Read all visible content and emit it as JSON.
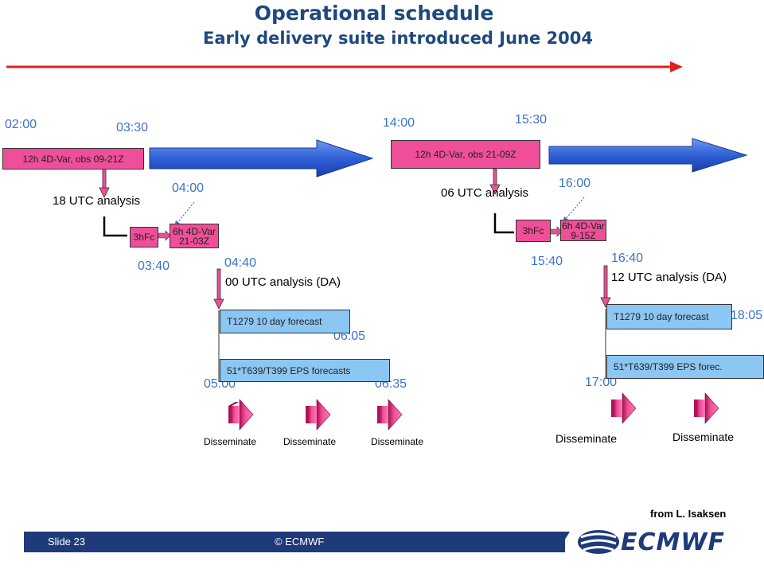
{
  "title": "Operational schedule",
  "subtitle": "Early delivery suite introduced June 2004",
  "times": {
    "t0200": "02:00",
    "t0330": "03:30",
    "t0400": "04:00",
    "t0340": "03:40",
    "t0440": "04:40",
    "t0605": "06:05",
    "t0500": "05:00",
    "t0635": "06:35",
    "t1400": "14:00",
    "t1530": "15:30",
    "t1600": "16:00",
    "t1540": "15:40",
    "t1640": "16:40",
    "t1805": "18:05",
    "t1700": "17:00"
  },
  "boxes": {
    "left_4dvar12": "12h 4D-Var, obs 09-21Z",
    "left_3hfc": "3hFc",
    "left_6h_line1": "6h 4D-Var",
    "left_6h_line2": "21-03Z",
    "left_t1279": "T1279 10 day forecast",
    "left_eps": "51*T639/T399 EPS forecasts",
    "right_4dvar12": "12h 4D-Var, obs 21-09Z",
    "right_3hfc": "3hFc",
    "right_6h_line1": "6h 4D-Var",
    "right_6h_line2": "9-15Z",
    "right_t1279": "T1279 10 day forecast",
    "right_eps": "51*T639/T399 EPS forec."
  },
  "analyses": {
    "a18": "18 UTC analysis",
    "a00": "00 UTC analysis (DA)",
    "a06": "06 UTC analysis",
    "a12": "12 UTC analysis (DA)"
  },
  "disseminate": "Disseminate",
  "credit": "from L. Isaksen",
  "footer": {
    "slide": "Slide 23",
    "copyright": "© ECMWF",
    "logo": "ECMWF"
  },
  "colors": {
    "title": "#1f497d",
    "time": "#3c74c8",
    "pink": "#ee4f98",
    "blue_box": "#8cc6f2",
    "arrow": "#3566d8",
    "footer": "#1f3a7a",
    "red_arrow": "#e02020"
  }
}
